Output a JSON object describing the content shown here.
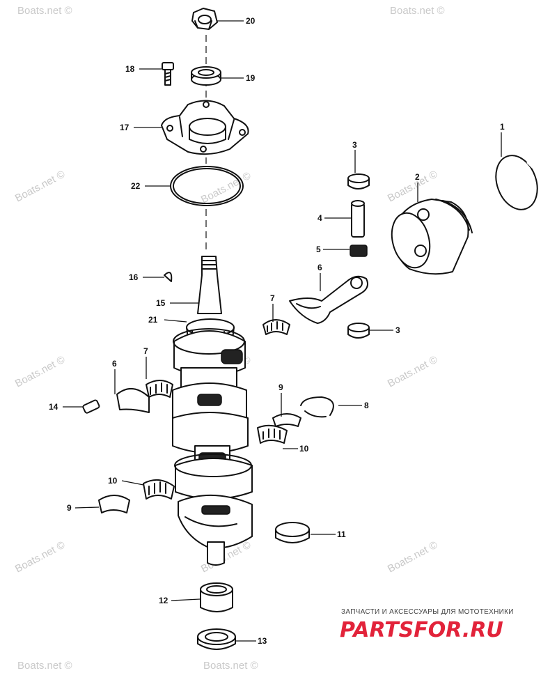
{
  "watermarks": [
    "Boats.net ©",
    "Boats.net ©",
    "Boats.net ©",
    "Boats.net ©",
    "Boats.net ©",
    "Boats.net ©",
    "Boats.net ©",
    "Boats.net ©",
    "Boats.net ©",
    "Boats.net ©",
    "Boats.net ©",
    "Boats.net ©",
    "Boats.net ©"
  ],
  "callouts": {
    "c1": "1",
    "c2": "2",
    "c3a": "3",
    "c3b": "3",
    "c4": "4",
    "c5": "5",
    "c6a": "6",
    "c6b": "6",
    "c7a": "7",
    "c7b": "7",
    "c8": "8",
    "c9a": "9",
    "c9b": "9",
    "c10a": "10",
    "c10b": "10",
    "c11": "11",
    "c12": "12",
    "c13": "13",
    "c14": "14",
    "c15": "15",
    "c16": "16",
    "c17": "17",
    "c18": "18",
    "c19": "19",
    "c20": "20",
    "c21": "21",
    "c22": "22"
  },
  "branding": {
    "tagline": "ЗАПЧАСТИ И АКСЕССУАРЫ ДЛЯ МОТОТЕХНИКИ",
    "logo": "PARTSFOR.RU"
  }
}
